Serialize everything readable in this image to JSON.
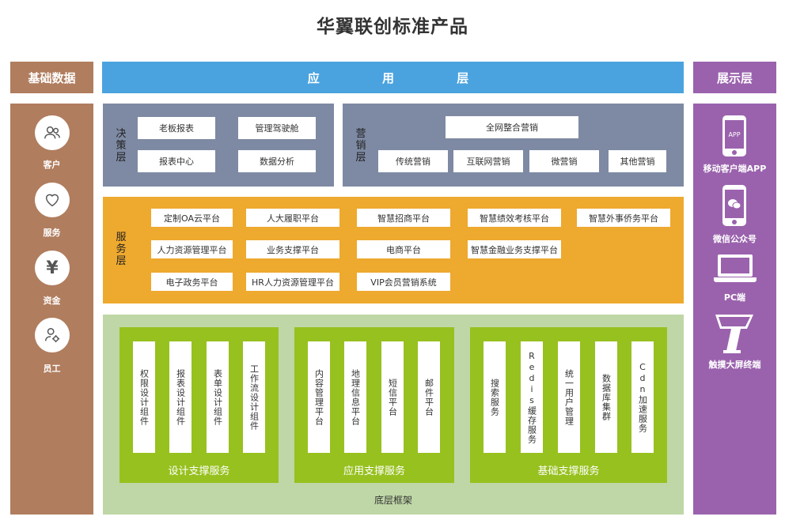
{
  "title": "华翼联创标准产品",
  "headers": {
    "left": "基础数据",
    "center": "应 用 层",
    "right": "展示层"
  },
  "left_items": [
    {
      "label": "客户",
      "icon": "users-icon"
    },
    {
      "label": "服务",
      "icon": "heart-icon"
    },
    {
      "label": "资金",
      "icon": "yen-icon"
    },
    {
      "label": "员工",
      "icon": "user-gear-icon"
    }
  ],
  "right_items": [
    {
      "label": "移动客户端APP",
      "icon": "phone-app-icon",
      "icon_text": "APP"
    },
    {
      "label": "微信公众号",
      "icon": "wechat-phone-icon"
    },
    {
      "label": "PC端",
      "icon": "laptop-icon"
    },
    {
      "label": "触摸大屏终端",
      "icon": "kiosk-icon"
    }
  ],
  "decision": {
    "label": "决策层",
    "items": [
      "老板报表",
      "管理驾驶舱",
      "报表中心",
      "数据分析"
    ]
  },
  "marketing": {
    "label": "营销层",
    "top": "全网整合营销",
    "items": [
      "传统营销",
      "互联网营销",
      "微营销",
      "其他营销"
    ]
  },
  "service": {
    "label": "服务层",
    "items": [
      "定制OA云平台",
      "人大履职平台",
      "智慧招商平台",
      "智慧绩效考核平台",
      "智慧外事侨务平台",
      "人力资源管理平台",
      "业务支撑平台",
      "电商平台",
      "智慧金融业务支撑平台",
      "电子政务平台",
      "HR人力资源管理平台",
      "VIP会员营销系统"
    ]
  },
  "foundation": {
    "label": "底层框架",
    "groups": [
      {
        "label": "设计支撑服务",
        "items": [
          "权限设计组件",
          "报表设计组件",
          "表单设计组件",
          "工作流设计组件"
        ]
      },
      {
        "label": "应用支撑服务",
        "items": [
          "内容管理平台",
          "地理信息平台",
          "短信平台",
          "邮件平台"
        ]
      },
      {
        "label": "基础支撑服务",
        "items": [
          "搜索服务",
          "Redis缓存服务",
          "统一用户管理",
          "数据库集群",
          "Cdn加速服务"
        ]
      }
    ]
  },
  "colors": {
    "left": "#b07d5e",
    "center": "#4aa3df",
    "right": "#9a62ad",
    "gray": "#7e8aa3",
    "orange": "#eea92f",
    "green": "#bfd7a6",
    "sub_green": "#97c11f"
  }
}
